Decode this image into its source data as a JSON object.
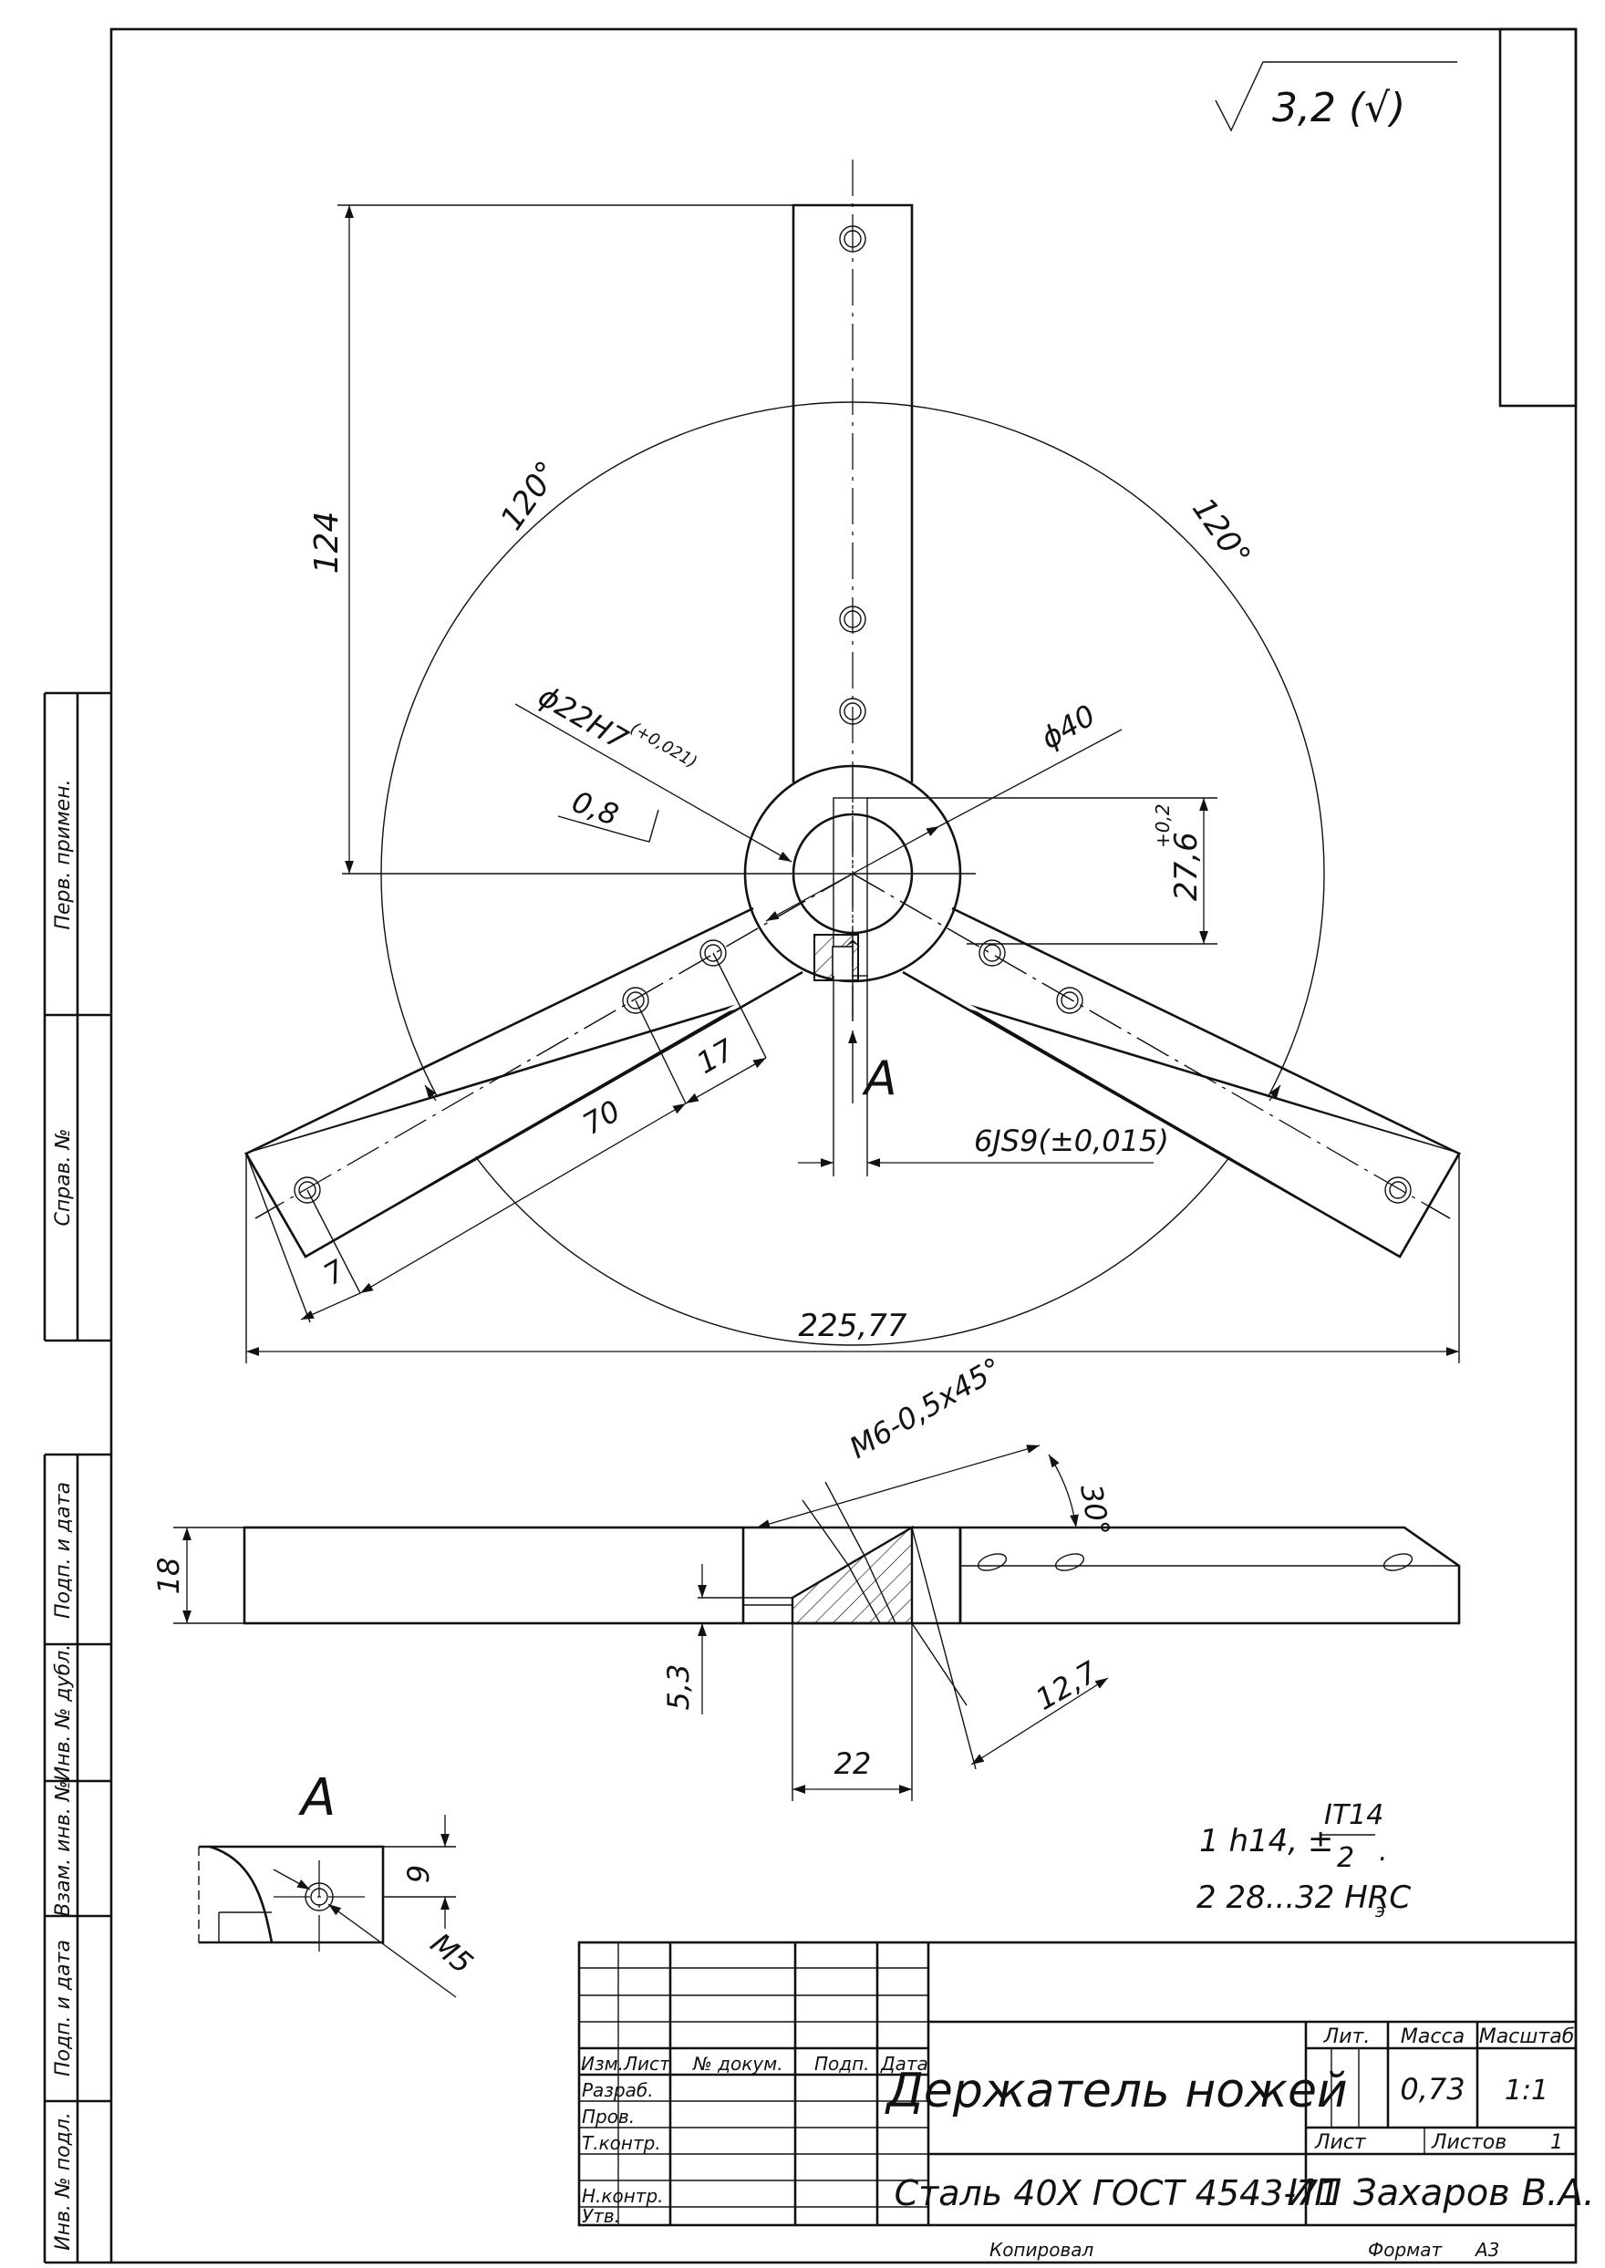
{
  "roughness": "3,2 (√)",
  "dimensions": {
    "d124": "124",
    "angle_left": "120°",
    "angle_right": "120°",
    "bore": "ϕ22H7",
    "bore_tol": "(+0,021)",
    "dia40": "ϕ40",
    "rough08": "0,8",
    "key_depth": "27,6",
    "key_depth_tol": "+0,2",
    "d70": "70",
    "d17": "17",
    "d7": "7",
    "key_width": "6JS9(±0,015)",
    "overall": "225,77",
    "view_label": "A",
    "thread": "M6-0,5x45°",
    "angle30": "30°",
    "thickness": "18",
    "d53": "5,3",
    "d127": "12,7",
    "d22": "22",
    "section_label": "A",
    "d9": "9",
    "m5": "M5"
  },
  "notes": {
    "line1_prefix": "1 h14, ±",
    "line1_num": "IT14",
    "line1_den": "2",
    "line2": "2 28...32 HRC",
    "line2_sub": "э"
  },
  "side_stamp": {
    "perv": "Перв. примен.",
    "sprav": "Справ. №",
    "podp1": "Подп. и дата",
    "inv_dubl": "Инв. № дубл.",
    "vzam": "Взам. инв. №",
    "podp2": "Подп. и дата",
    "inv_podl": "Инв. № подл."
  },
  "title_block": {
    "col_izm": "Изм.",
    "col_list": "Лист",
    "col_doc": "№ докум.",
    "col_podp": "Подп.",
    "col_data": "Дата",
    "razrab": "Разраб.",
    "prov": "Пров.",
    "tkontr": "Т.контр.",
    "nkontr": "Н.контр.",
    "utv": "Утв.",
    "name": "Держатель ножей",
    "material": "Сталь 40Х ГОСТ 4543-71",
    "org": "ИП Захаров В.А.",
    "lit": "Лит.",
    "massa": "Масса",
    "masshtab": "Масштаб",
    "massa_val": "0,73",
    "scale_val": "1:1",
    "list": "Лист",
    "listov": "Листов",
    "listov_val": "1",
    "kopiroval": "Копировал",
    "format": "Формат",
    "format_val": "А3"
  }
}
